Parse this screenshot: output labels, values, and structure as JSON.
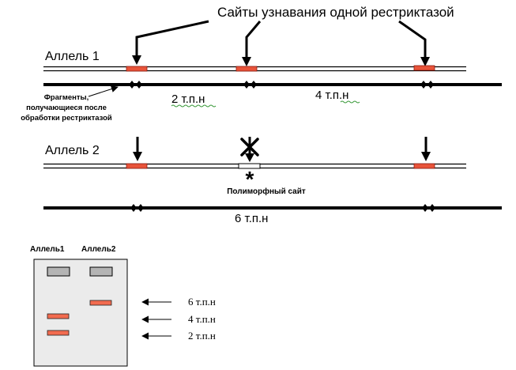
{
  "title": "Сайты узнавания одной рестриктазой",
  "allele1": {
    "label": "Аллель 1",
    "fragment_note": [
      "Фрагменты,",
      "получающиеся после",
      "обработки рестриктазой"
    ],
    "fragments": [
      "2 т.п.н",
      "4 т.п.н"
    ]
  },
  "allele2": {
    "label": "Аллель 2",
    "polymorphic_site_label": "Полиморфный сайт",
    "polymorphic_mark": "*",
    "fragments": [
      "6 т.п.н"
    ]
  },
  "gel": {
    "lane_labels": [
      "Аллель1",
      "Аллель2"
    ],
    "size_markers": [
      "6 т.п.н",
      "4 т.п.н",
      "2 т.п.н"
    ]
  },
  "colors": {
    "site": "#e8543a",
    "site_border": "#8b1a10",
    "gel_background": "#ebebeb",
    "undigested_band": "#b4b4b4",
    "digested_band": "#f26b4f"
  }
}
